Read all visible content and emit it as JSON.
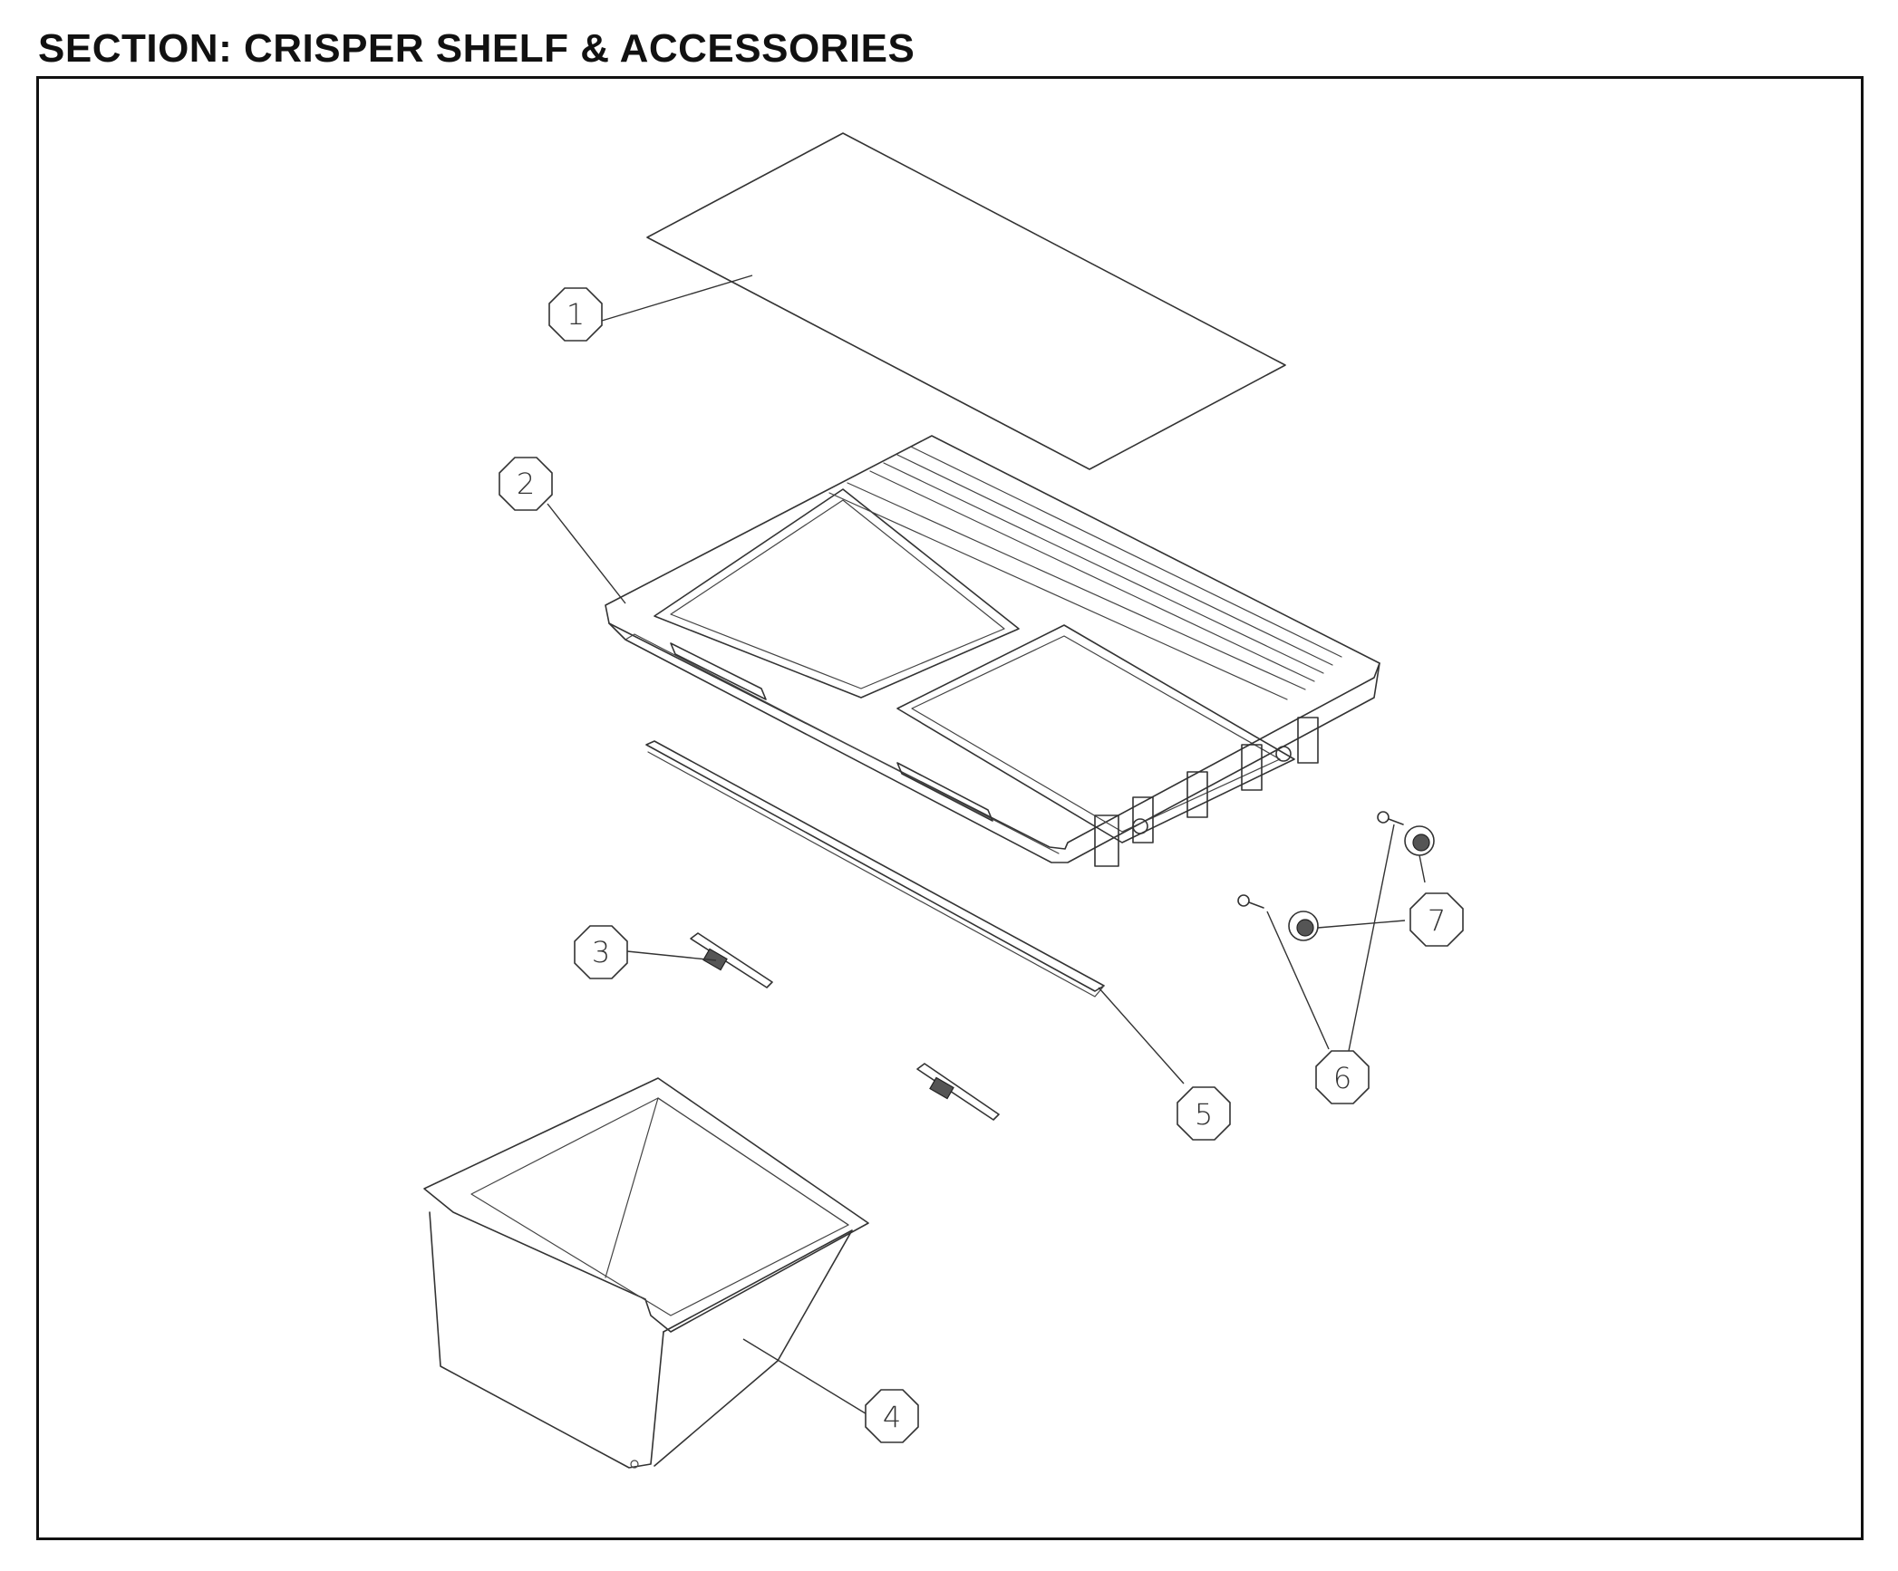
{
  "section": {
    "title": "SECTION: CRISPER SHELF & ACCESSORIES"
  },
  "callouts": [
    {
      "id": "glass-shelf",
      "label": "1"
    },
    {
      "id": "shelf-frame",
      "label": "2"
    },
    {
      "id": "slide-support",
      "label": "3"
    },
    {
      "id": "crisper-drawer",
      "label": "4"
    },
    {
      "id": "rail-trim",
      "label": "5"
    },
    {
      "id": "screw",
      "label": "6"
    },
    {
      "id": "roller",
      "label": "7"
    }
  ]
}
